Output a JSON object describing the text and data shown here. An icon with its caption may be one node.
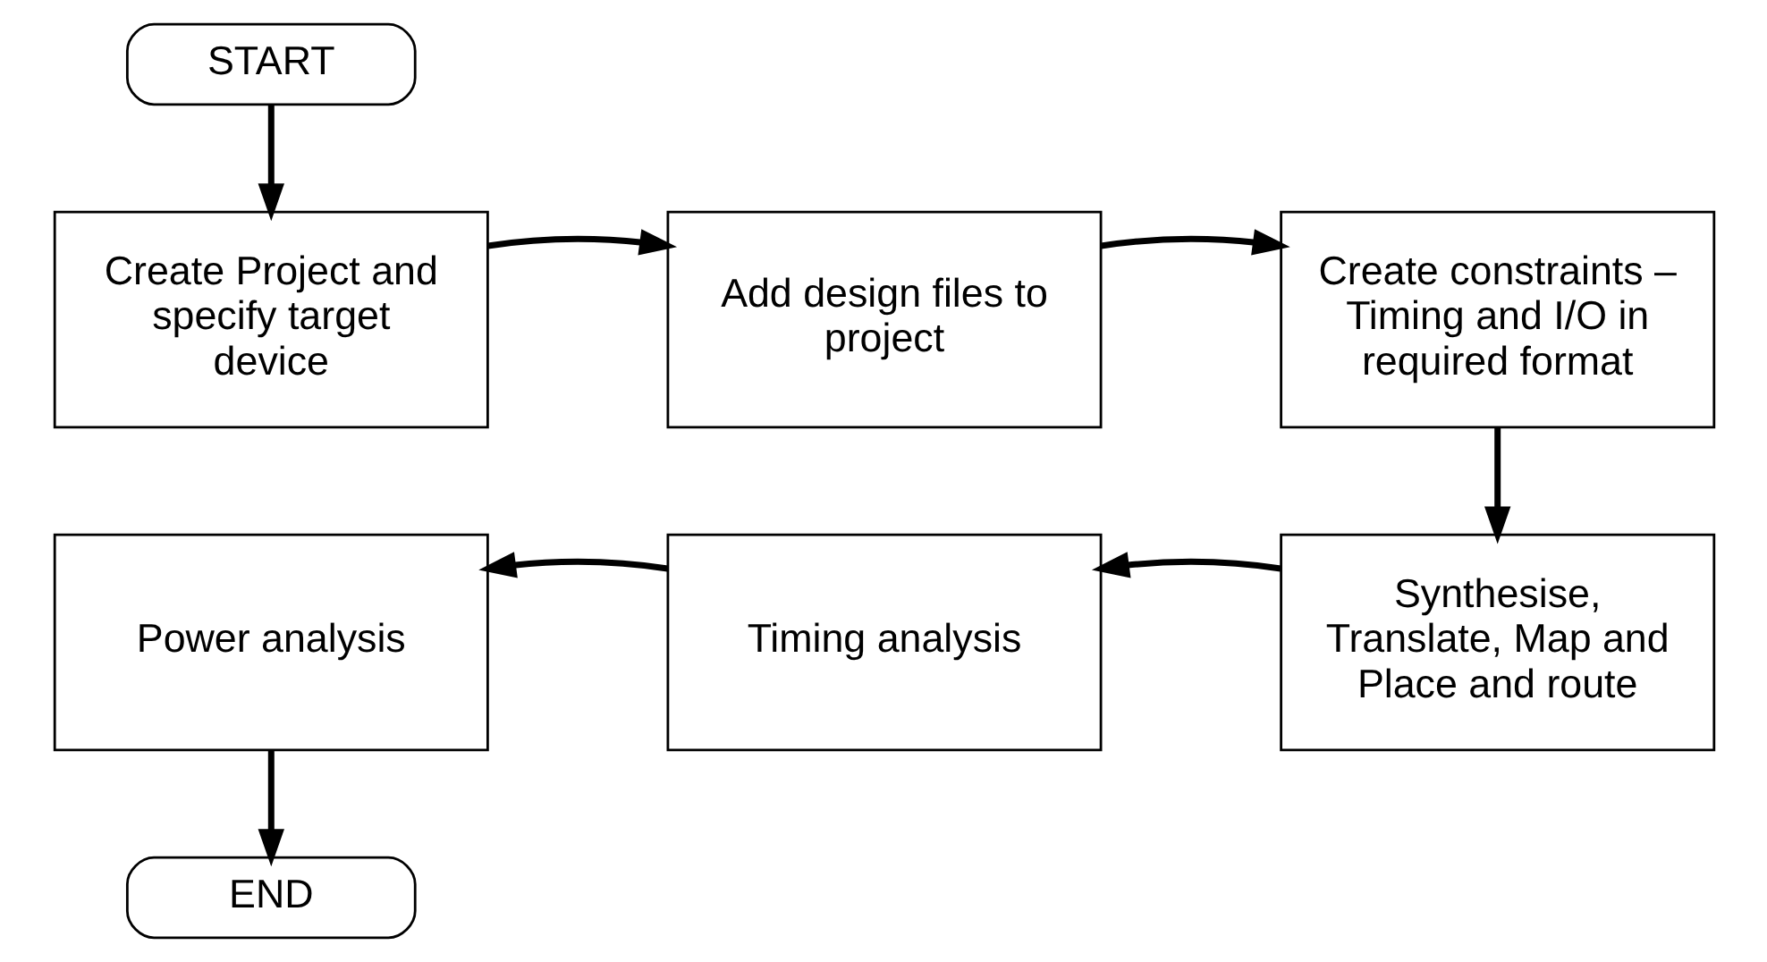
{
  "diagram": {
    "nodes": [
      {
        "text": [
          "START"
        ]
      },
      {
        "text": [
          "Create Project and specify target device"
        ]
      },
      {
        "text": [
          "Add design files to project"
        ]
      },
      {
        "text": [
          "Create constraints – Timing and I/O in required format"
        ]
      },
      {
        "text": [
          "Synthesise, Translate, Map and Place and route"
        ]
      },
      {
        "text": [
          "Timing analysis"
        ]
      },
      {
        "text": [
          "Power analysis"
        ]
      },
      {
        "text": [
          "END"
        ]
      }
    ],
    "edges": [
      {
        "from": 0,
        "to": 1,
        "arrow": "to"
      },
      {
        "from": 1,
        "to": 2,
        "arrow": "to"
      },
      {
        "from": 2,
        "to": 3,
        "arrow": "to"
      },
      {
        "from": 3,
        "to": 4,
        "arrow": "to"
      },
      {
        "from": 4,
        "to": 5,
        "arrow": "to"
      },
      {
        "from": 5,
        "to": 6,
        "arrow": "to"
      },
      {
        "from": 6,
        "to": 7,
        "arrow": "to"
      }
    ]
  }
}
